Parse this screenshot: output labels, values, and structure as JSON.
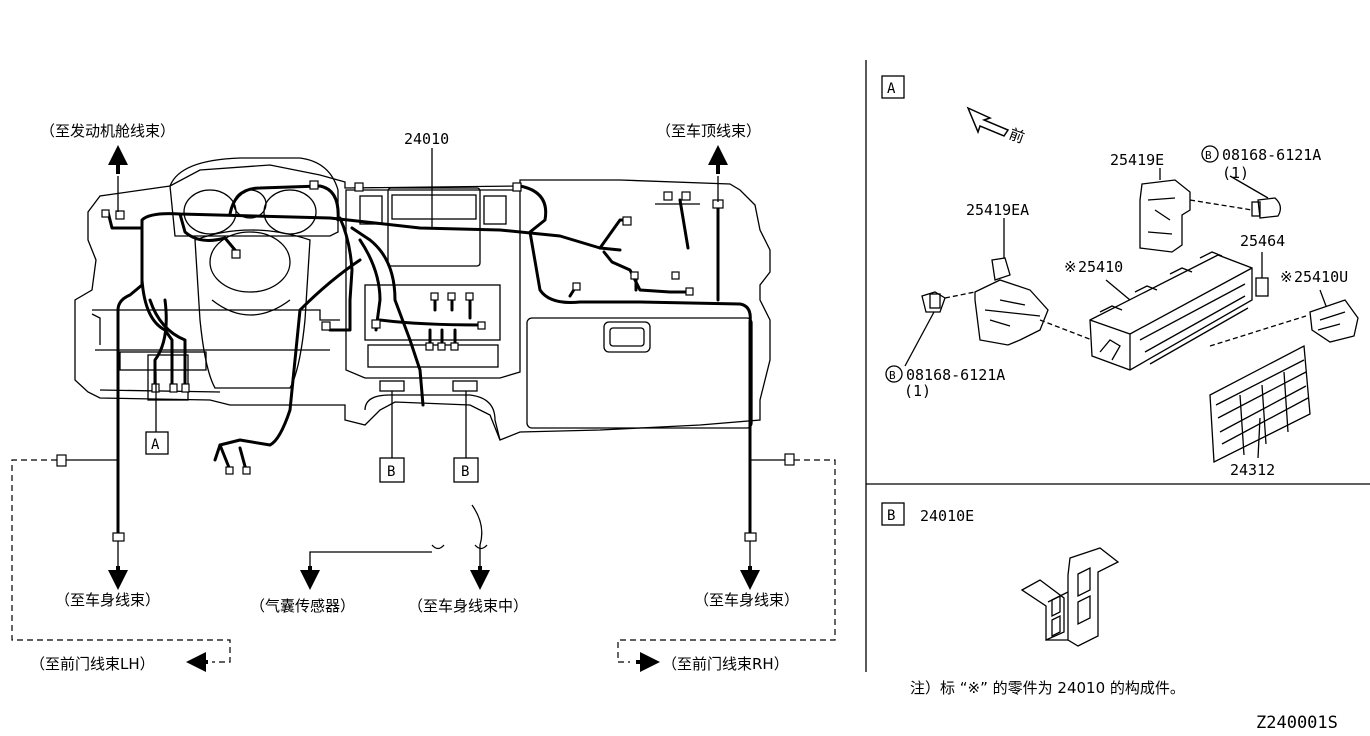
{
  "labels": {
    "to_engine_room": "（至发动机舱线束）",
    "to_roof": "（至车顶线束）",
    "main_part": "24010",
    "to_body_left": "（至车身线束）",
    "to_airbag_sensor": "（气囊传感器）",
    "to_body_center": "（至车身线束中）",
    "to_body_right": "（至车身线束）",
    "to_front_door_lh": "（至前门线束LH）",
    "to_front_door_rh": "（至前门线束RH）"
  },
  "callouts": {
    "a": "A",
    "b1": "B",
    "b2": "B"
  },
  "panel_a": {
    "tag": "A",
    "front": "前",
    "parts": {
      "p25419e": "25419E",
      "bolt_top": "08168-6121A",
      "bolt_top_qty": "(1)",
      "p25419ea": "25419EA",
      "p25464": "25464",
      "p25410": "25410",
      "p25410u": "25410U",
      "bolt_left": "08168-6121A",
      "bolt_left_qty": "(1)",
      "p24312": "24312"
    },
    "asterisk": "※",
    "bolt_symbol": "B"
  },
  "panel_b": {
    "tag": "B",
    "part": "24010E"
  },
  "note": "注）标 “※” 的零件为 24010 的构成件。",
  "diagram_id": "Z240001S"
}
